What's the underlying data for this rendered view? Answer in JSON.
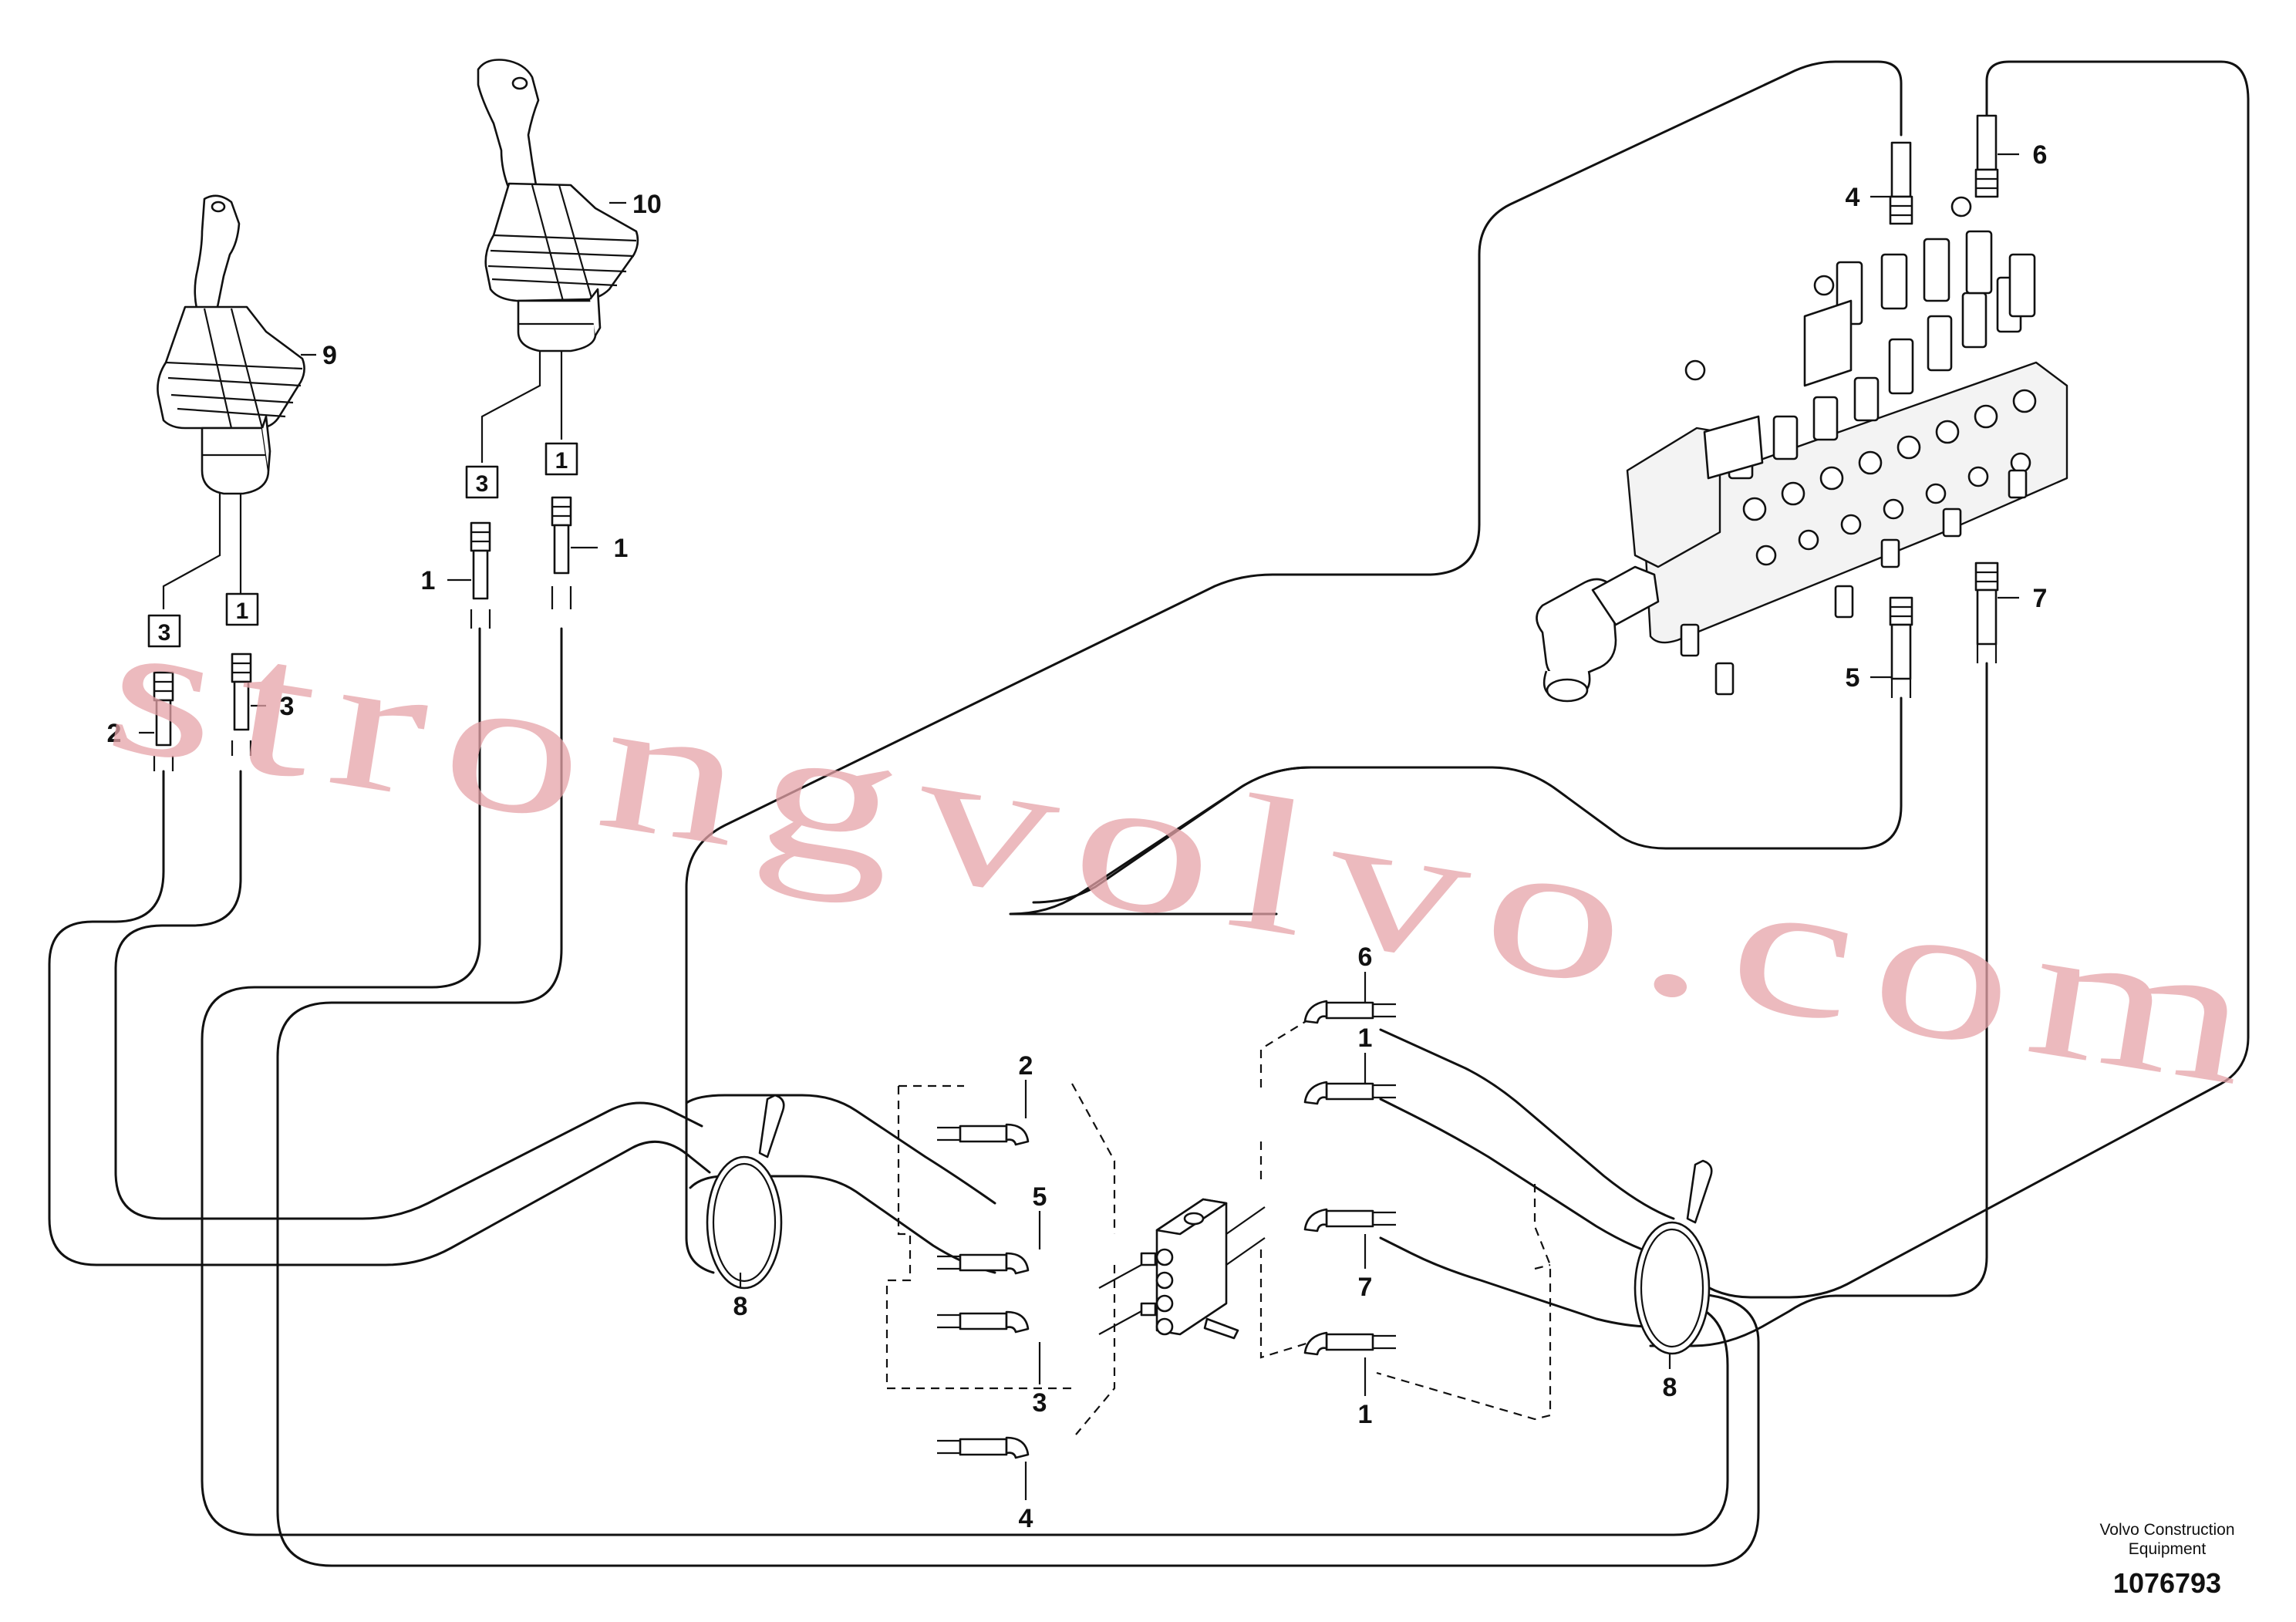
{
  "callouts": {
    "c9": "9",
    "c10": "10",
    "jl_box_a": "3",
    "jl_box_b": "1",
    "jl_fit_a": "2",
    "jl_fit_b": "3",
    "jr_box_a": "3",
    "jr_box_b": "1",
    "jr_fit_a": "1",
    "jr_fit_b": "1",
    "v4": "4",
    "v6": "6",
    "v5": "5",
    "v7": "7",
    "b2": "2",
    "b5": "5",
    "b3": "3",
    "b4": "4",
    "r6": "6",
    "r1a": "1",
    "r7": "7",
    "r1b": "1",
    "clip_l": "8",
    "clip_r": "8"
  },
  "watermark": "strongvolvo.com",
  "footer": {
    "brand_line1": "Volvo Construction",
    "brand_line2": "Equipment",
    "drawing_number": "1076793"
  }
}
